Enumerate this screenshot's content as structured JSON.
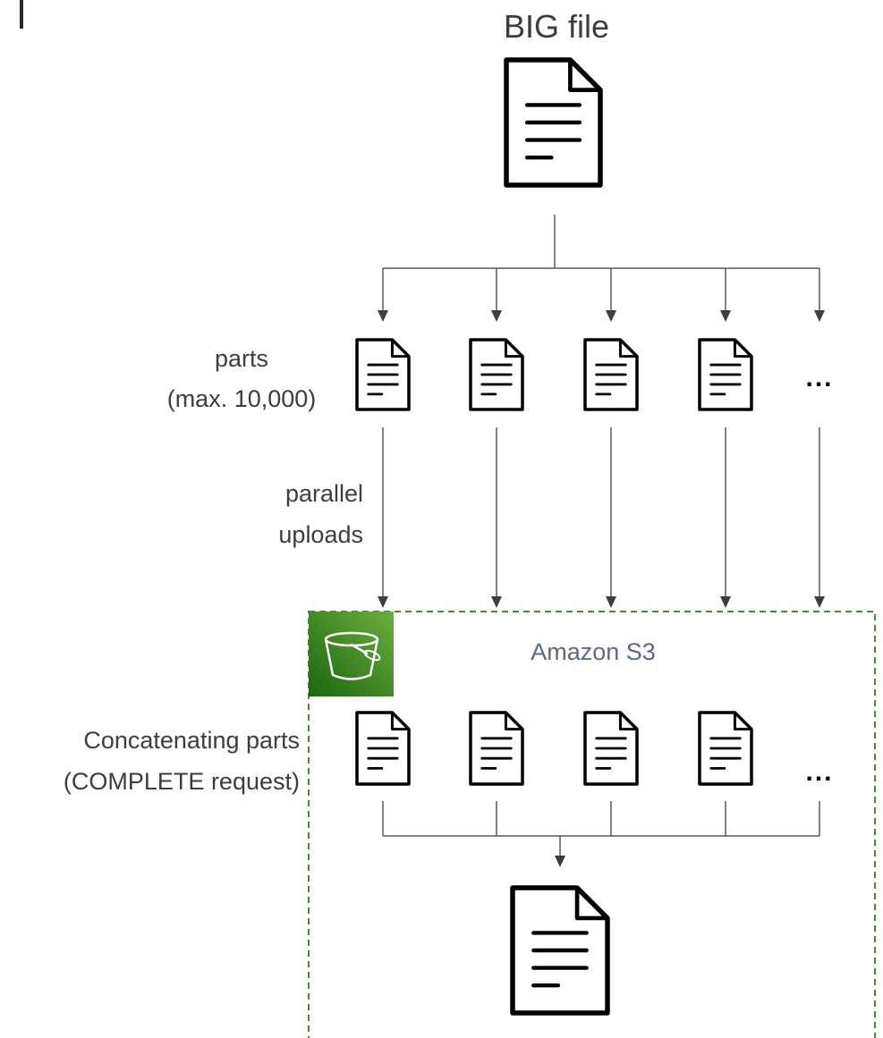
{
  "diagram": {
    "source_file_label": "BIG file",
    "parts_label_line1": "parts",
    "parts_label_line2": "(max. 10,000)",
    "upload_label_line1": "parallel",
    "upload_label_line2": "uploads",
    "service_name": "Amazon S3",
    "concat_label_line1": "Concatenating parts",
    "concat_label_line2": "(COMPLETE request)",
    "more_parts": "...",
    "more_parts_in_s3": "...",
    "colors": {
      "s3_icon_green": "#3f8624",
      "s3_box_border": "#4a8a2a",
      "service_text": "#5a6b86",
      "connector": "#5a5a5a"
    },
    "icons": [
      "document-icon",
      "s3-bucket-icon"
    ]
  }
}
